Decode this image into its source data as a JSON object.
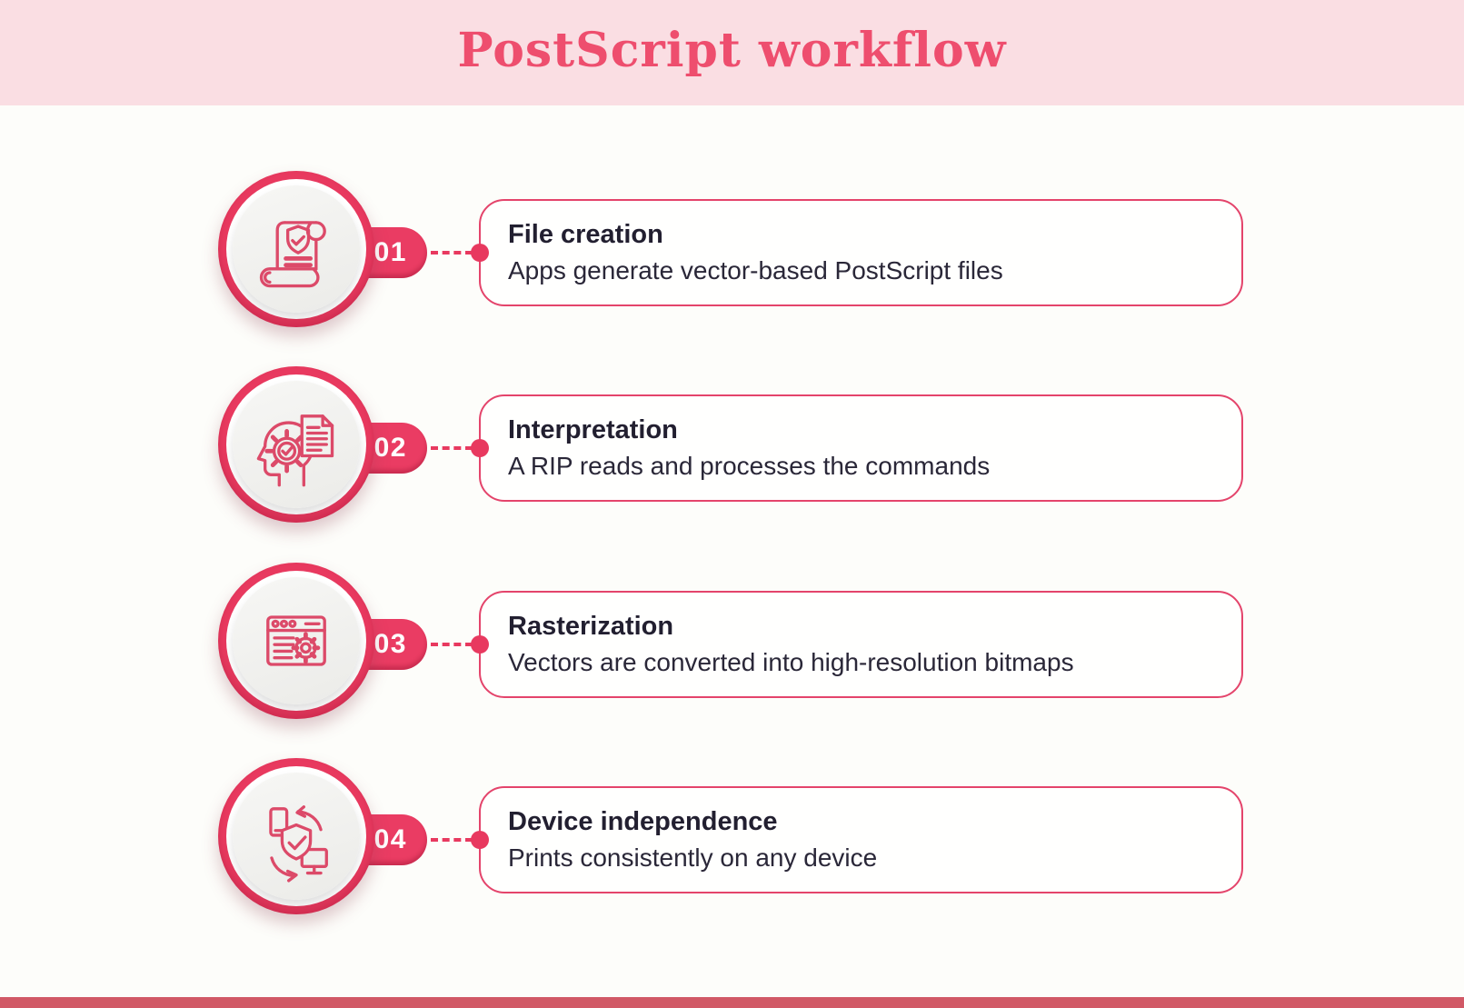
{
  "title": "PostScript workflow",
  "steps": [
    {
      "number": "01",
      "title": "File creation",
      "description": "Apps generate vector-based PostScript files",
      "icon": "scroll-shield-icon"
    },
    {
      "number": "02",
      "title": "Interpretation",
      "description": "A RIP reads and processes the commands",
      "icon": "head-gear-document-icon"
    },
    {
      "number": "03",
      "title": "Rasterization",
      "description": "Vectors are converted into high-resolution bitmaps",
      "icon": "browser-gear-icon"
    },
    {
      "number": "04",
      "title": "Device independence",
      "description": "Prints consistently on any device",
      "icon": "devices-sync-shield-icon"
    }
  ],
  "colors": {
    "accent": "#e8395f",
    "card_border": "#e4446b",
    "header_background": "#fadee3",
    "title_text": "#ee4e6e",
    "footer_strip": "#d15966",
    "body_text": "#2a2738",
    "page_background": "#fdfdfa"
  }
}
